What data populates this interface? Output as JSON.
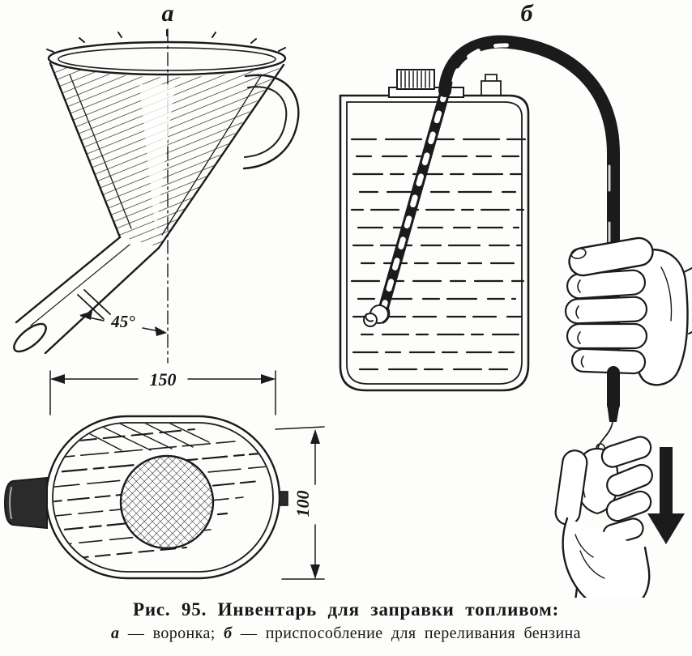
{
  "palette": {
    "paper": "#fdfdfb",
    "ink": "#1b1b1b"
  },
  "labels": {
    "part_a": "а",
    "part_b": "б",
    "angle": "45°",
    "dim_width": "150",
    "dim_height": "100"
  },
  "caption": {
    "line1": "Рис. 95. Инвентарь для заправки топливом:",
    "a": "а",
    "a_text": " — воронка; ",
    "b": "б",
    "b_text": " — приспособление для переливания бензина"
  }
}
